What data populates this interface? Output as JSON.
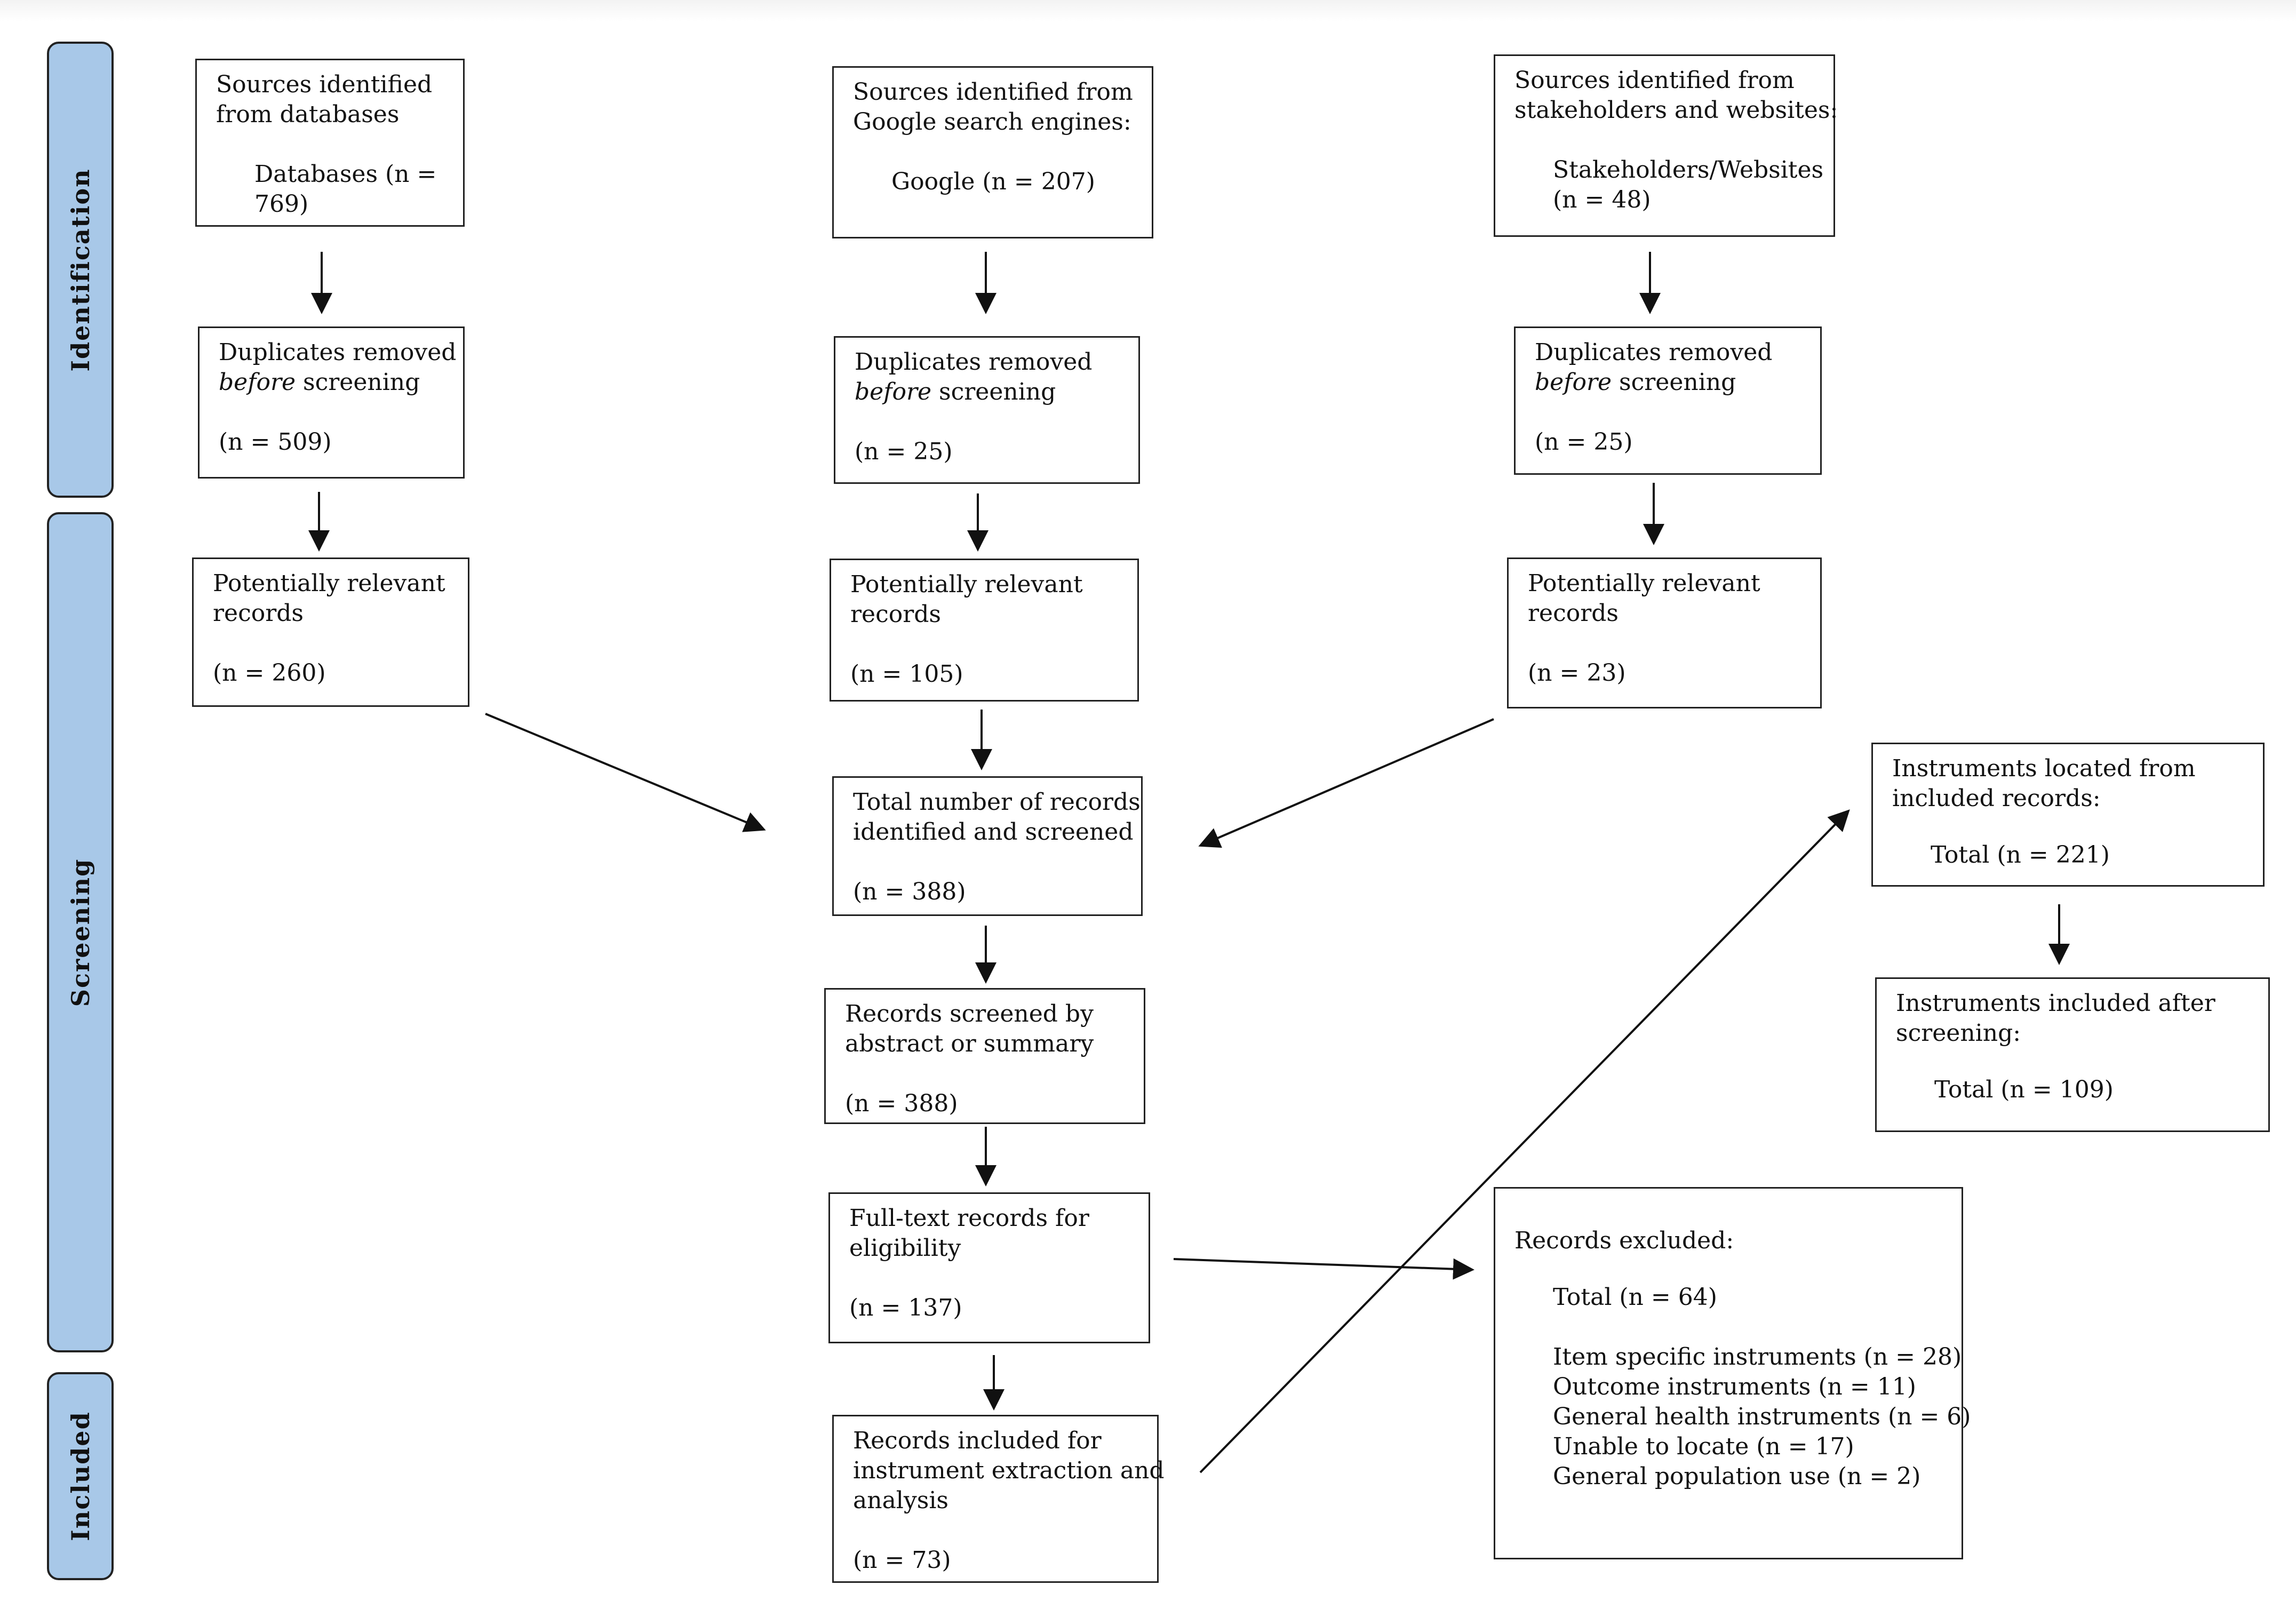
{
  "phases": {
    "identification": "Identification",
    "screening": "Screening",
    "included": "Included"
  },
  "boxes": {
    "src_db": {
      "line1": "Sources identified",
      "line2": "from databases",
      "line3": "Databases (n =",
      "line4": "769)"
    },
    "src_google": {
      "line1": "Sources identified from",
      "line2": "Google search engines:",
      "line3": "Google (n = 207)"
    },
    "src_stake": {
      "line1": "Sources identified from",
      "line2": "stakeholders and websites:",
      "line3": "Stakeholders/Websites",
      "line4": "(n = 48)"
    },
    "dup_db": {
      "line1": "Duplicates removed",
      "italic": "before",
      "rest": " screening",
      "count": "(n = 509)"
    },
    "dup_google": {
      "line1": "Duplicates removed",
      "italic": "before",
      "rest": " screening",
      "count": "(n = 25)"
    },
    "dup_stake": {
      "line1": "Duplicates removed",
      "italic": "before",
      "rest": " screening",
      "count": "(n = 25)"
    },
    "rel_db": {
      "line1": "Potentially relevant",
      "line2": "records",
      "count": "(n = 260)"
    },
    "rel_google": {
      "line1": "Potentially relevant",
      "line2": "records",
      "count": "(n = 105)"
    },
    "rel_stake": {
      "line1": "Potentially relevant",
      "line2": "records",
      "count": "(n = 23)"
    },
    "total": {
      "line1": "Total number of records",
      "line2": "identified and screened",
      "count": "(n = 388)"
    },
    "abstract": {
      "line1": "Records screened by",
      "line2": "abstract or summary",
      "count": "(n = 388)"
    },
    "fulltext": {
      "line1": "Full-text records for",
      "line2": "eligibility",
      "count": "(n = 137)"
    },
    "included": {
      "line1": "Records included for",
      "line2": "instrument extraction and",
      "line3": "analysis",
      "count": "(n = 73)"
    },
    "located": {
      "line1": "Instruments located from",
      "line2": "included records:",
      "line3": "Total (n = 221)"
    },
    "inst_included": {
      "line1": "Instruments included after",
      "line2": "screening:",
      "line3": "Total (n = 109)"
    },
    "excluded": {
      "title": "Records excluded:",
      "total": "Total (n = 64)",
      "reasons": [
        "Item specific instruments (n = 28)",
        "Outcome instruments (n = 11)",
        "General health instruments (n = 6)",
        "Unable to locate (n = 17)",
        "General population use (n = 2)"
      ]
    }
  }
}
